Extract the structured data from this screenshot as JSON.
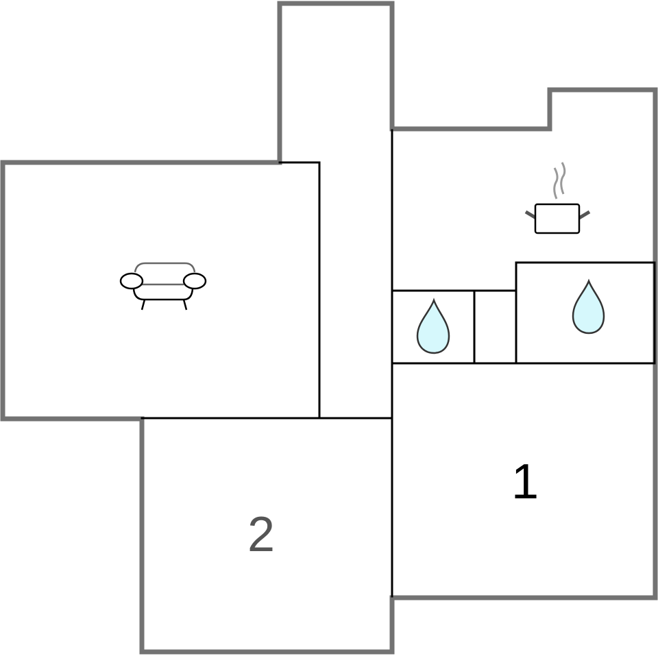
{
  "floor_plan": {
    "rooms": [
      {
        "id": "bedroom-1",
        "label": "1",
        "icon": null
      },
      {
        "id": "bedroom-2",
        "label": "2",
        "icon": null
      },
      {
        "id": "living-room",
        "label": "",
        "icon": "armchair-icon"
      },
      {
        "id": "kitchen",
        "label": "",
        "icon": "cooking-pot-icon"
      },
      {
        "id": "bathroom-small",
        "label": "",
        "icon": "water-drop-icon"
      },
      {
        "id": "bathroom-large",
        "label": "",
        "icon": "water-drop-icon"
      },
      {
        "id": "hallway",
        "label": "",
        "icon": null
      },
      {
        "id": "closet",
        "label": "",
        "icon": null
      }
    ],
    "colors": {
      "exterior_wall": "#737373",
      "interior_wall": "#000000",
      "water_drop_fill": "#d6f8fc",
      "background": "#ffffff"
    }
  }
}
